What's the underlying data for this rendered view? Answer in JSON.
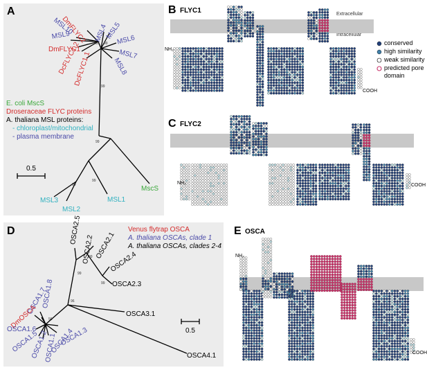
{
  "colors": {
    "red": "#d42a2a",
    "purple": "#4a4aa8",
    "teal": "#2fb0bf",
    "green": "#3aa83a",
    "navy": "#22407a",
    "mid": "#3f7fa8",
    "light": "#bfe0e6",
    "pore": "#c8336a",
    "membrane": "#c8c8c8"
  },
  "panelA": {
    "label": "A",
    "legend": {
      "line1": "E. coli MscS",
      "line2": "Droseraceae FLYC proteins",
      "line3": "A. thaliana MSL proteins:",
      "line4": "- chloroplast/mitochondrial",
      "line5": "- plasma membrane"
    },
    "scale": "0.5",
    "leaves": {
      "dmflyc2": "DmFLYC2",
      "msl10": "MSL10",
      "msl9": "MSL9",
      "dmflyc1": "DmFLYC1",
      "dcflyc12": "DcFLYC1.2",
      "dcflyc11": "DcFLYC1.1",
      "msl4": "MSL4",
      "msl5": "MSL5",
      "msl6": "MSL6",
      "msl7": "MSL7",
      "msl8": "MSL8",
      "msl3": "MSL3",
      "msl2": "MSL2",
      "msl1": "MSL1",
      "mscs": "MscS"
    },
    "bootstrap": {
      "b1": "99",
      "b2": "99",
      "b3": "99",
      "b4": "99",
      "b5": "99",
      "b6": "99"
    }
  },
  "panelB": {
    "label": "B",
    "title": "FLYC1",
    "extracellular": "Extracellular",
    "intracellular": "Intracellular",
    "nh2": "NH₂",
    "cooh": "COOH",
    "legend": {
      "conserved": "conserved",
      "high": "high similarity",
      "weak": "weak similarity",
      "pore": "predicted pore",
      "pore2": "domain"
    }
  },
  "panelC": {
    "label": "C",
    "title": "FLYC2",
    "nh2": "NH₂",
    "cooh": "COOH"
  },
  "panelD": {
    "label": "D",
    "legend": {
      "line1": "Venus flytrap OSCA",
      "line2": "A. thaliana OSCAs, clade 1",
      "line3": "A. thaliana OSCAs, clades 2-4"
    },
    "scale": "0.5",
    "leaves": {
      "osca25": "OSCA2.5",
      "osca22": "OSCA2.2",
      "osca21": "OSCA2.1",
      "osca24": "OSCA2.4",
      "osca23": "OSCA2.3",
      "osca31": "OSCA3.1",
      "osca41": "OSCA4.1",
      "osca18": "OSCA1.8",
      "osca17": "OSCA1.7",
      "dmosca": "DmOSCA",
      "osca16": "OSCA1.6",
      "osca15": "OSCA1.5",
      "osca12": "OSCA1.2",
      "osca14": "OSCA1.4",
      "osca13": "OSCA1.3",
      "osca11": "OSCA1.1"
    },
    "bootstrap": {
      "b1": "99",
      "b2": "99",
      "b3": "99",
      "b4": "56",
      "b5": "96"
    }
  },
  "panelE": {
    "label": "E",
    "title": "OSCA",
    "nh2": "NH₂",
    "cooh": "COOH"
  }
}
